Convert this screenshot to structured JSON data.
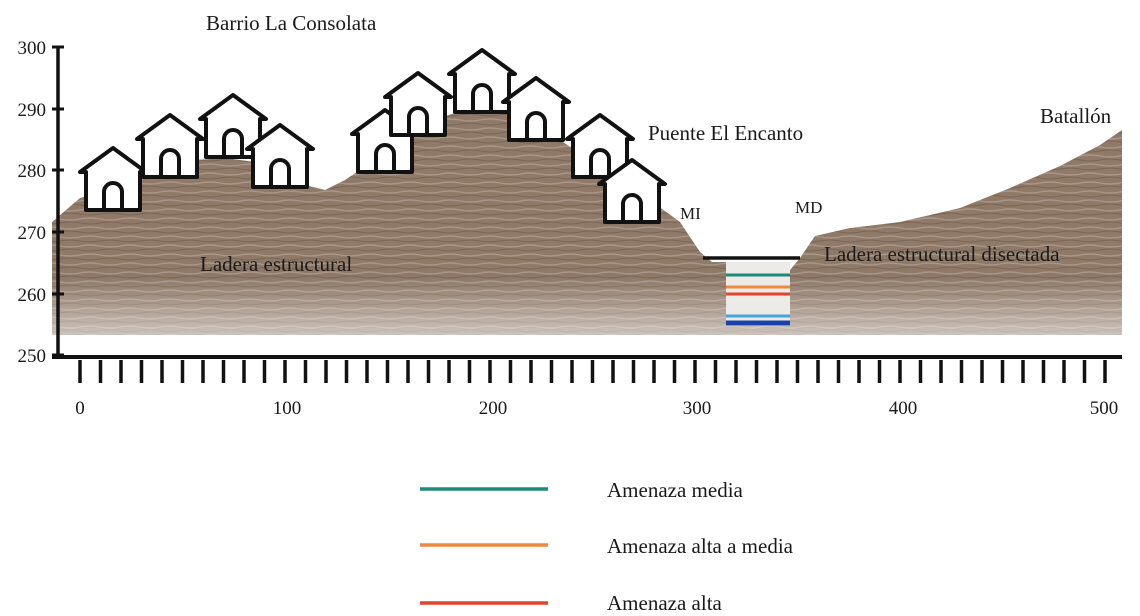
{
  "labels": {
    "barrio": "Barrio La Consolata",
    "puente": "Puente El Encanto",
    "batallon": "Batallón",
    "ladera_left": "Ladera estructural",
    "ladera_right": "Ladera estructural disectada",
    "mi": "MI",
    "md": "MD"
  },
  "y_axis": {
    "ticks": [
      "300",
      "290",
      "280",
      "270",
      "260",
      "250"
    ]
  },
  "x_axis": {
    "ticks": [
      "0",
      "100",
      "200",
      "300",
      "400",
      "500"
    ]
  },
  "legend": [
    {
      "label": "Amenaza media",
      "color": "#1e8a78"
    },
    {
      "label": "Amenaza alta a media",
      "color": "#ef8a3c"
    },
    {
      "label": "Amenaza alta",
      "color": "#e2452c"
    }
  ],
  "channel_levels": [
    {
      "color": "#1e8a78"
    },
    {
      "color": "#ef8a3c"
    },
    {
      "color": "#e2452c"
    },
    {
      "color": "#48a3d8"
    },
    {
      "color": "#1c3fa8"
    }
  ],
  "colors": {
    "terrain": "#8e7866",
    "axis": "#111111"
  }
}
